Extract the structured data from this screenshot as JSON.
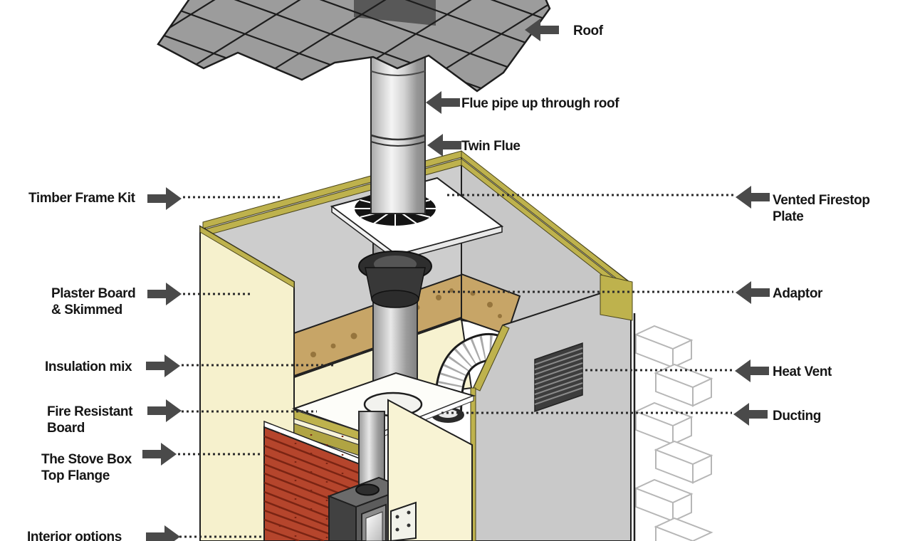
{
  "labels": {
    "left": [
      {
        "line1": "Timber Frame Kit",
        "line2": ""
      },
      {
        "line1": "Plaster Board",
        "line2": "& Skimmed"
      },
      {
        "line1": "Insulation mix",
        "line2": ""
      },
      {
        "line1": "Fire Resistant",
        "line2": "Board"
      },
      {
        "line1": "The Stove Box",
        "line2": "Top Flange"
      },
      {
        "line1": "Interior options",
        "line2": ""
      }
    ],
    "right": [
      {
        "line1": "Roof",
        "line2": ""
      },
      {
        "line1": "Flue pipe up through roof",
        "line2": ""
      },
      {
        "line1": "Twin Flue",
        "line2": ""
      },
      {
        "line1": "Vented Firestop",
        "line2": "Plate"
      },
      {
        "line1": "Adaptor",
        "line2": ""
      },
      {
        "line1": "Heat Vent",
        "line2": ""
      },
      {
        "line1": "Ducting",
        "line2": ""
      }
    ]
  },
  "icons": {
    "left_pointing_arrow": "solid block arrow pointing left",
    "right_pointing_arrow": "solid block arrow pointing right"
  },
  "colors": {
    "text": "#161616",
    "arrow": "#4a4a4a",
    "leader_dots": "#2b2b2b",
    "roof_tile": "#9c9c9c",
    "roof_flashing": "#585858",
    "flue_pipe_light": "#f4f4f4",
    "flue_pipe_dark": "#8a8a8a",
    "timber_frame": "#beb24d",
    "wall_interior_gray": "#cdcdcd",
    "plasterboard_cream": "#f6f1cd",
    "insulation_tan": "#c7a567",
    "fire_board_white": "#fdfdf9",
    "brick_red": "#b5452c",
    "hearth_crimson": "#9e1623",
    "stove_gray": "#4a4a4a",
    "heat_vent_gray": "#3d3d3d",
    "duct_white": "#ffffff"
  }
}
